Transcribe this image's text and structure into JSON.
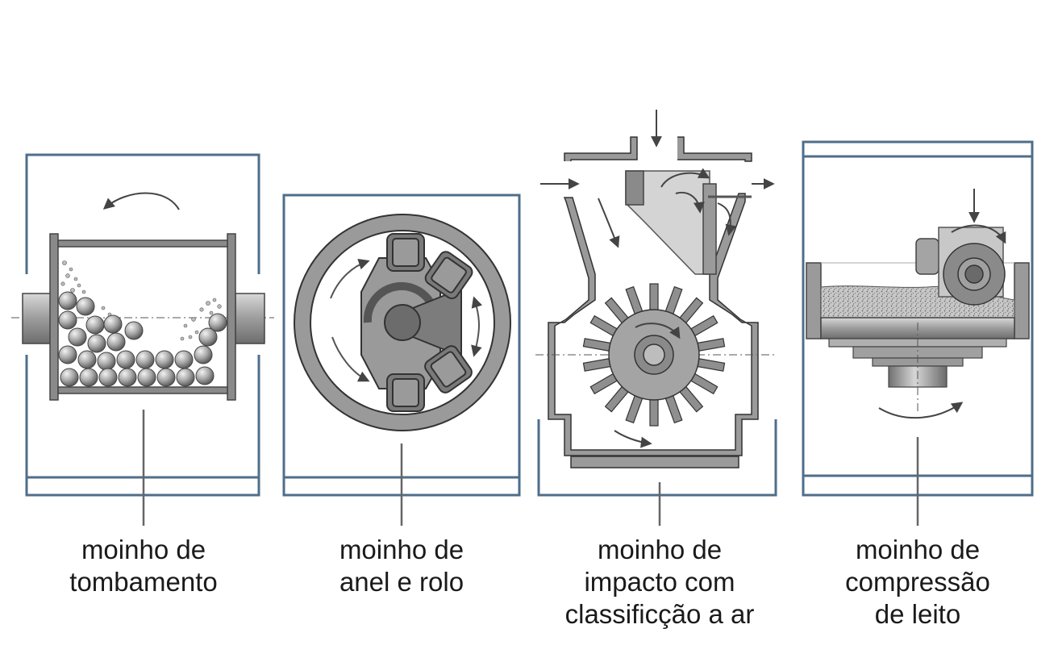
{
  "colors": {
    "frame": "#4f6e8a",
    "metal_dark": "#555555",
    "metal_mid": "#8a8a8a",
    "metal_light": "#c4c4c4",
    "metal_pale": "#dcdcdc",
    "line": "#333333",
    "ball": "#9a9a9a",
    "powder": "#b4b4b4"
  },
  "mills": [
    {
      "name": "tumbling-mill",
      "icon": "tumbling-mill-icon",
      "caption_lines": [
        "moinho de",
        "tombamento"
      ]
    },
    {
      "name": "ring-roller-mill",
      "icon": "ring-roller-mill-icon",
      "caption_lines": [
        "moinho de",
        "anel e rolo"
      ]
    },
    {
      "name": "impact-mill-air-classification",
      "icon": "impact-classifier-mill-icon",
      "caption_lines": [
        "moinho de",
        "impacto com",
        "classificção a ar"
      ]
    },
    {
      "name": "bed-compression-mill",
      "icon": "bed-compression-mill-icon",
      "caption_lines": [
        "moinho de",
        "compressão",
        "de leito"
      ]
    }
  ]
}
